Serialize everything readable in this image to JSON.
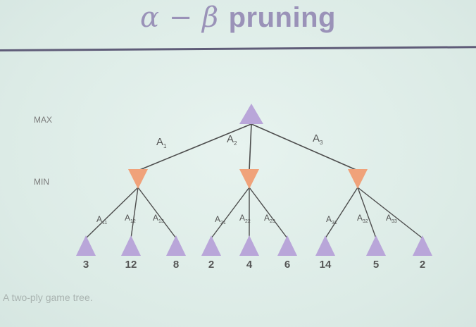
{
  "slide": {
    "title_greek": "α − β",
    "title_text": "pruning",
    "caption": "A two-ply game tree."
  },
  "diagram": {
    "level_labels": {
      "max": "MAX",
      "min": "MIN"
    },
    "root": {
      "type": "MAX"
    },
    "root_edges": [
      {
        "label": "A",
        "sub": "1"
      },
      {
        "label": "A",
        "sub": "2"
      },
      {
        "label": "A",
        "sub": "3"
      }
    ],
    "min_nodes": [
      {
        "type": "MIN",
        "edges": [
          {
            "label": "A",
            "sub": "11"
          },
          {
            "label": "A",
            "sub": "12"
          },
          {
            "label": "A",
            "sub": "13"
          }
        ]
      },
      {
        "type": "MIN",
        "edges": [
          {
            "label": "A",
            "sub": "21"
          },
          {
            "label": "A",
            "sub": "22"
          },
          {
            "label": "A",
            "sub": "23"
          }
        ]
      },
      {
        "type": "MIN",
        "edges": [
          {
            "label": "A",
            "sub": "31"
          },
          {
            "label": "A",
            "sub": "32"
          },
          {
            "label": "A",
            "sub": "33"
          }
        ]
      }
    ],
    "leaf_values": [
      "3",
      "12",
      "8",
      "2",
      "4",
      "6",
      "14",
      "5",
      "2"
    ]
  },
  "colors": {
    "max_node": "#b9a6d9",
    "min_node": "#f0a27a",
    "edge": "#4d4d4d",
    "text": "#555555"
  }
}
